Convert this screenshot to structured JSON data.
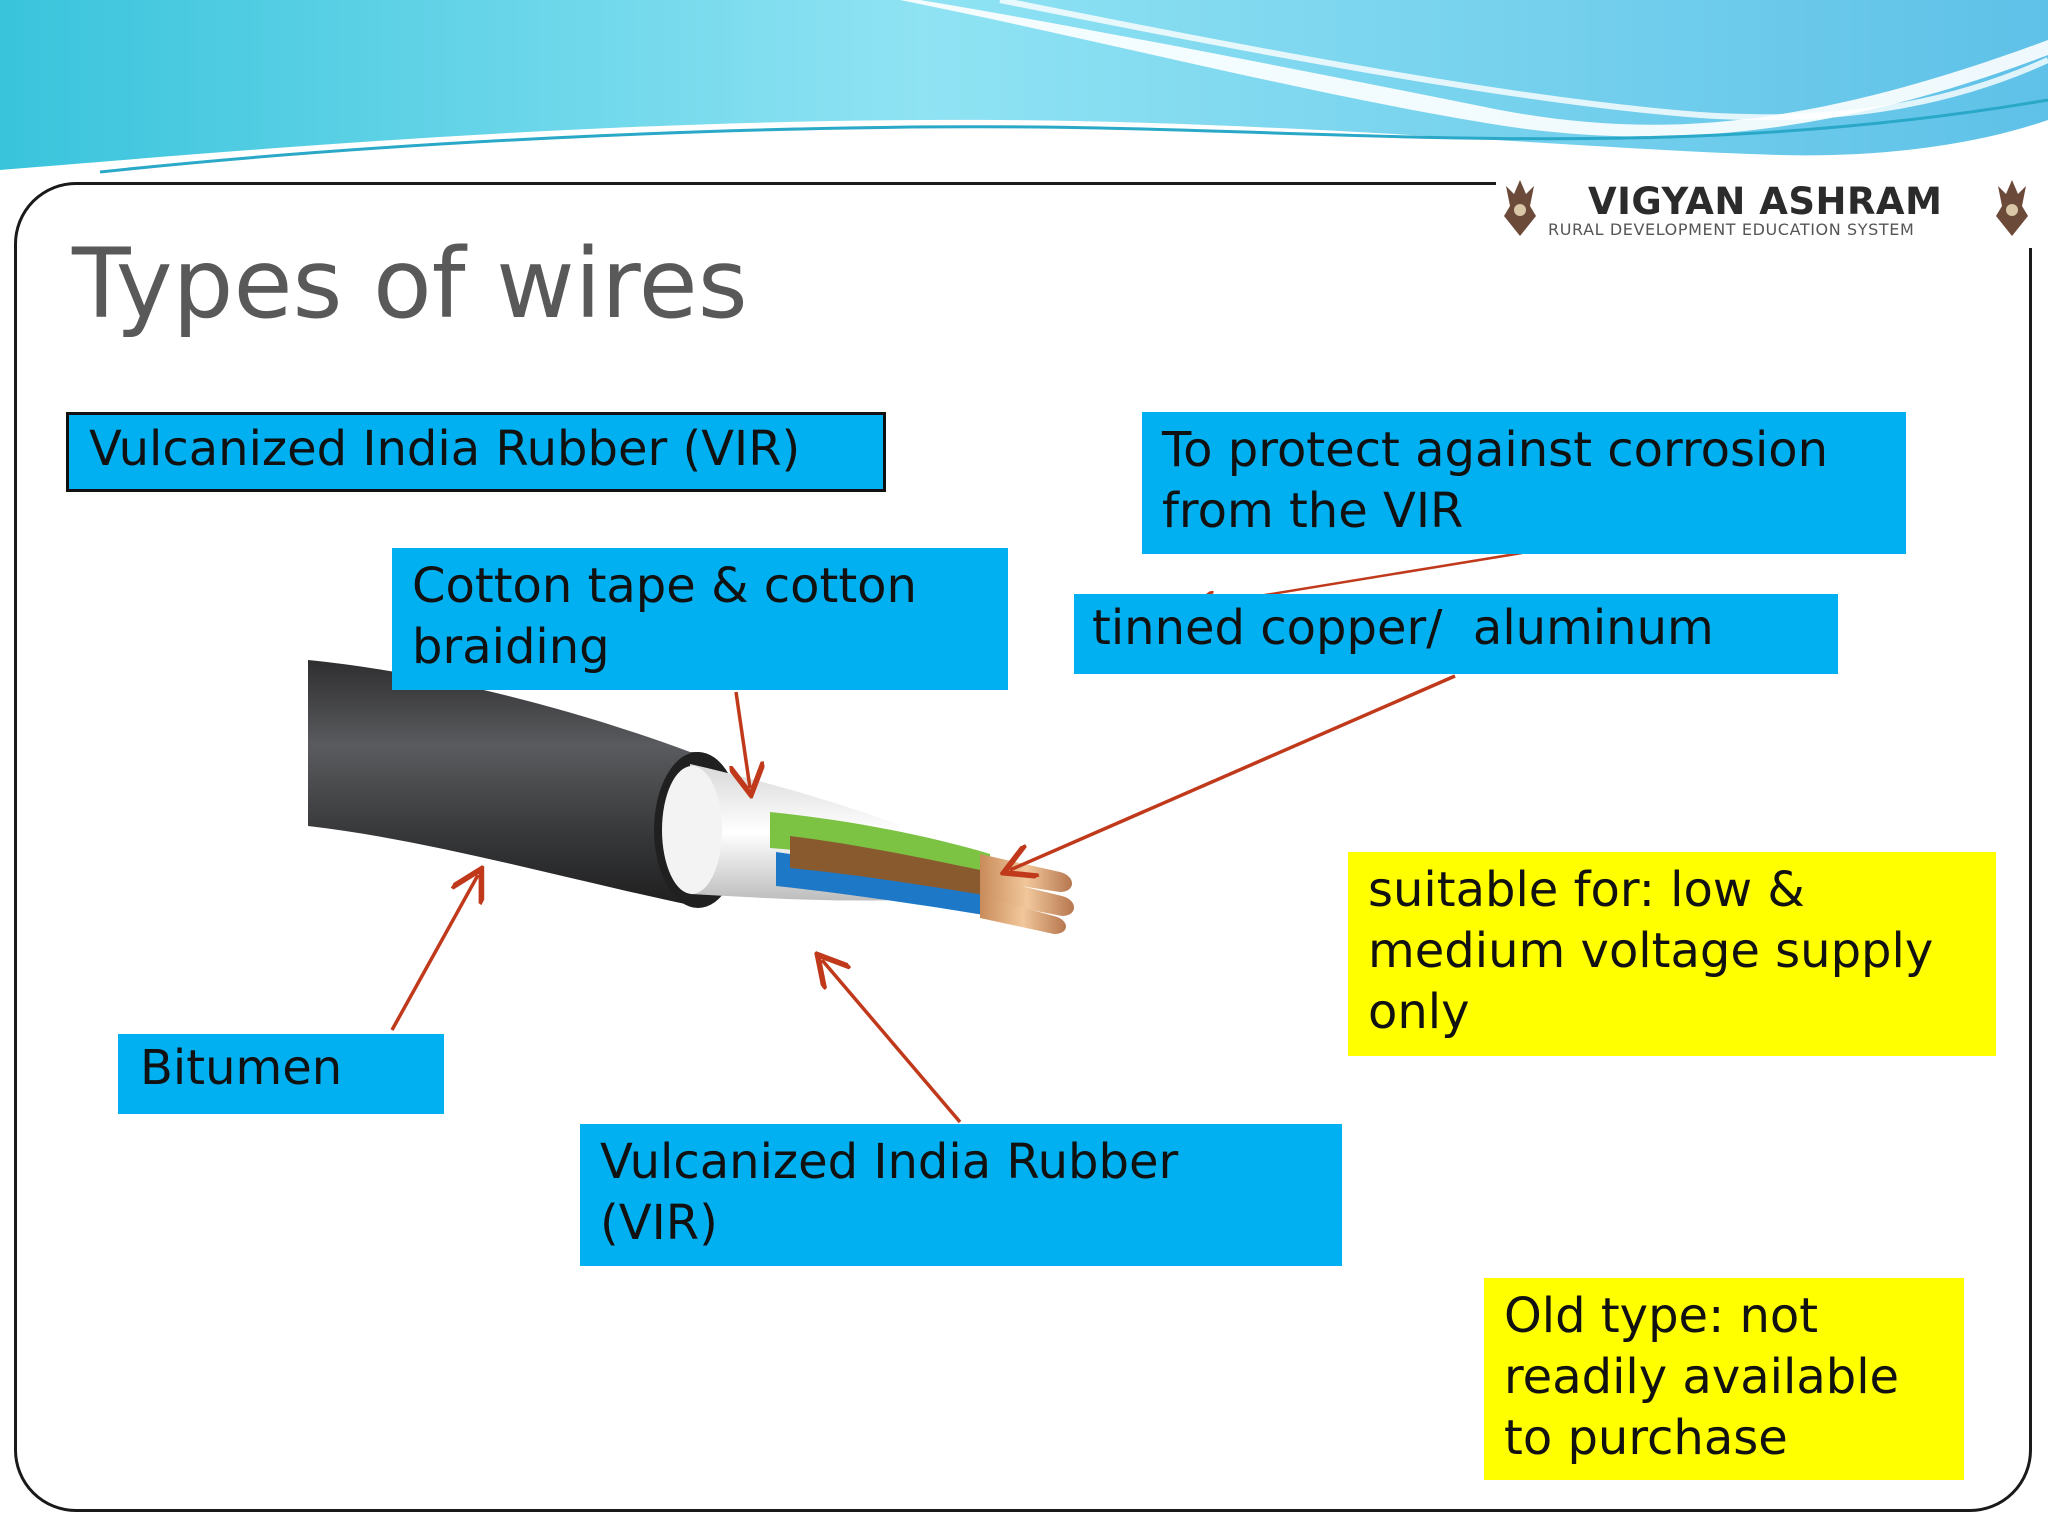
{
  "slide": {
    "title": "Types of wires"
  },
  "logo": {
    "name": "VIGYAN ASHRAM",
    "tagline": "RURAL DEVELOPMENT EDUCATION SYSTEM"
  },
  "labels": {
    "vir_heading": "Vulcanized India Rubber (VIR)",
    "protect_line1": "To protect against corrosion",
    "protect_line2": "from the VIR",
    "cotton_line1": "Cotton tape & cotton",
    "cotton_line2": "braiding",
    "conductor": "tinned copper/  aluminum",
    "suitable_line1": "suitable for: low &",
    "suitable_line2": "medium voltage supply",
    "suitable_line3": "only",
    "bitumen": "Bitumen",
    "vir_line1": "Vulcanized India Rubber",
    "vir_line2": "(VIR)",
    "old_line1": "Old type: not",
    "old_line2": "readily available",
    "old_line3": "to purchase"
  },
  "colors": {
    "label_blue": "#00b0f0",
    "note_yellow": "#ffff00",
    "arrow": "#c0391b"
  }
}
